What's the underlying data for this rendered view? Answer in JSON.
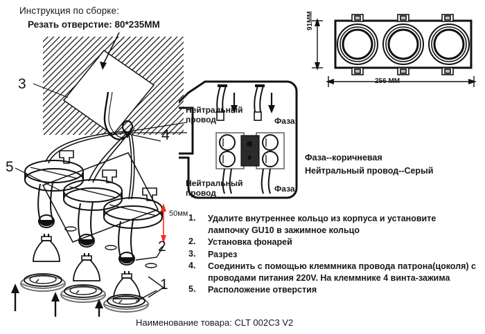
{
  "header": {
    "instruction_title": "Инструкция по сборке:",
    "cut_hole_title": "Резать отверстие:  80*235MM"
  },
  "fixture_drawing": {
    "width_dimension": "256 MM",
    "height_dimension": "91MM",
    "spot_count": 3
  },
  "assembly": {
    "callouts": [
      "1",
      "2",
      "3",
      "4",
      "5"
    ],
    "depth_dimension": "50мм"
  },
  "terminal_panel": {
    "neutral_top": "Нейтральный\nпровод",
    "neutral_top_line1": "Нейтральный",
    "neutral_top_line2": "провод",
    "phase_top": "Фаза",
    "neutral_bottom_line1": "Нейтральный",
    "neutral_bottom_line2": "провод",
    "phase_bottom": "Фаза",
    "screw_count": 4
  },
  "legend": {
    "phase": "Фаза--коричневая",
    "neutral": "Нейтральный провод--Серый"
  },
  "steps": [
    {
      "number": "1.",
      "text": "Удалите внутреннее кольцо из корпуса и установите лампочку GU10 в зажимное кольцо"
    },
    {
      "number": "2.",
      "text": "Установка фонарей"
    },
    {
      "number": "3.",
      "text": "Разрез"
    },
    {
      "number": "4.",
      "text": "Соединить с помощью клеммника провода патрона(цоколя) с проводами питания 220V. На клеммнике 4 винта-зажима"
    },
    {
      "number": "5.",
      "text": "Расположение отверстия"
    }
  ],
  "product": {
    "label": "Наименование товара: CLT 002C3 V2"
  },
  "colors": {
    "ink": "#16161d",
    "accent_red": "#ff2a1c",
    "hatch": "#1a1a1a",
    "ring_gray": "#8a8a8a"
  }
}
